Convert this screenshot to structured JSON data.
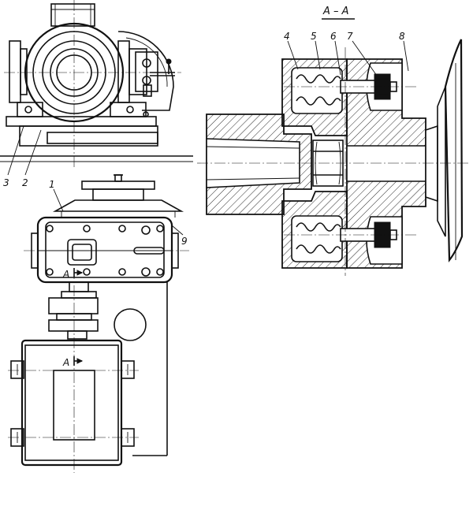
{
  "section_title": "A – A",
  "section_marker_top": "A",
  "section_marker_bottom": "A",
  "part_labels": {
    "p1": "1",
    "p2": "2",
    "p3": "3",
    "p4": "4",
    "p5": "5",
    "p6": "6",
    "p7": "7",
    "p8": "8",
    "p9": "9"
  }
}
